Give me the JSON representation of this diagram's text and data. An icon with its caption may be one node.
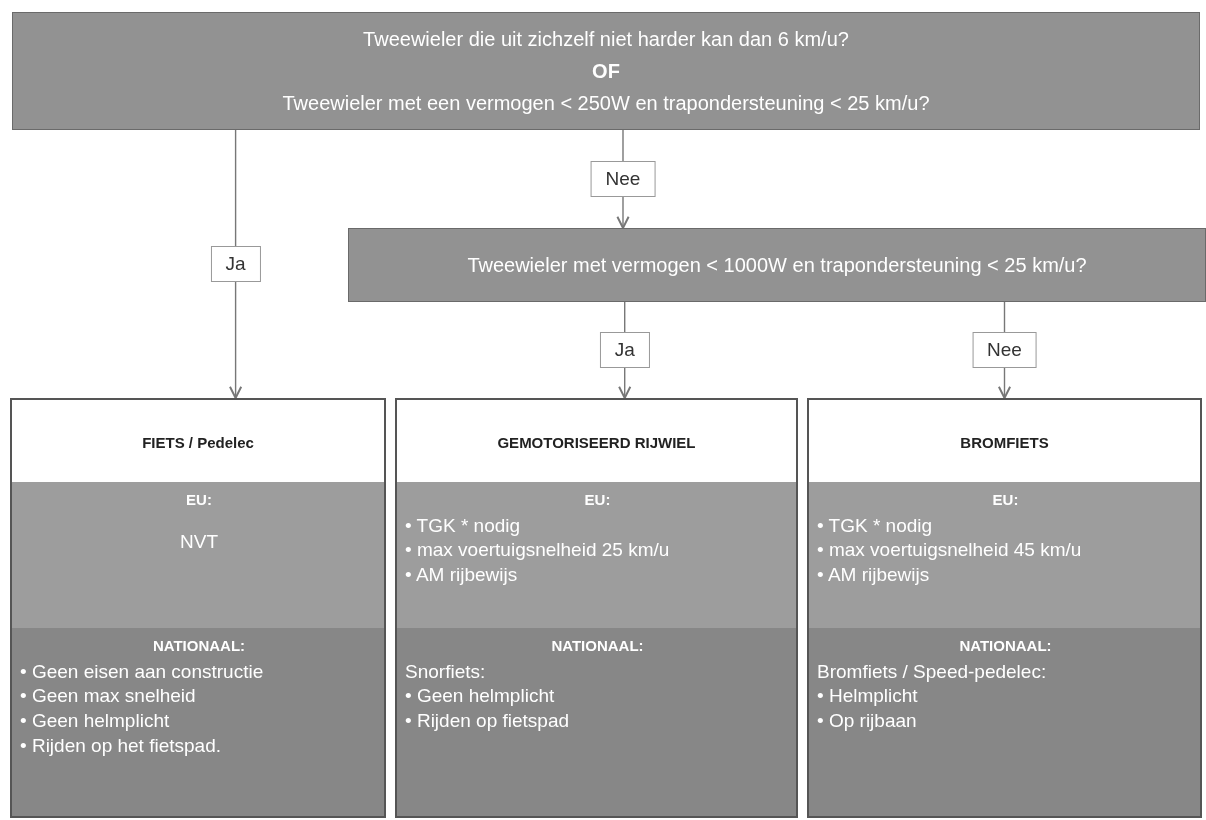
{
  "diagram": {
    "nodes": [
      {
        "text": [
          "Tweewieler die uit zichzelf niet harder kan dan 6 km/u?",
          "OF",
          "Tweewieler met een vermogen < 250W en trapondersteuning < 25 km/u?"
        ]
      },
      {
        "text": [
          "Tweewieler met vermogen < 1000W en trapondersteuning < 25 km/u?"
        ]
      },
      {
        "text": [
          "FIETS / Pedelec"
        ]
      },
      {
        "in": 2,
        "text": [
          "EU:",
          "NVT"
        ]
      },
      {
        "in": 2,
        "text": [
          "NATIONAAL:",
          "• Geen eisen aan constructie",
          "• Geen max snelheid",
          "• Geen helmplicht",
          "• Rijden op het fietspad."
        ]
      },
      {
        "text": [
          "GEMOTORISEERD RIJWIEL"
        ]
      },
      {
        "in": 5,
        "text": [
          "EU:",
          "• TGK * nodig",
          "• max voertuigsnelheid 25 km/u",
          "• AM rijbewijs"
        ]
      },
      {
        "in": 5,
        "text": [
          "NATIONAAL:",
          "Snorfiets:",
          "• Geen helmplicht",
          "• Rijden op fietspad"
        ]
      },
      {
        "text": [
          "BROMFIETS"
        ]
      },
      {
        "in": 8,
        "text": [
          "EU:",
          "• TGK * nodig",
          "• max voertuigsnelheid 45 km/u",
          "• AM rijbewijs"
        ]
      },
      {
        "in": 8,
        "text": [
          "NATIONAAL:",
          "Bromfiets / Speed-pedelec:",
          "• Helmplicht",
          "• Op rijbaan"
        ]
      }
    ],
    "edges": [
      {
        "from": 0,
        "to": 2,
        "arrow": "to",
        "label": "Ja"
      },
      {
        "from": 0,
        "to": 1,
        "arrow": "to",
        "label": "Nee"
      },
      {
        "from": 1,
        "to": 5,
        "arrow": "to",
        "label": "Ja"
      },
      {
        "from": 1,
        "to": 8,
        "arrow": "to",
        "label": "Nee"
      }
    ]
  }
}
